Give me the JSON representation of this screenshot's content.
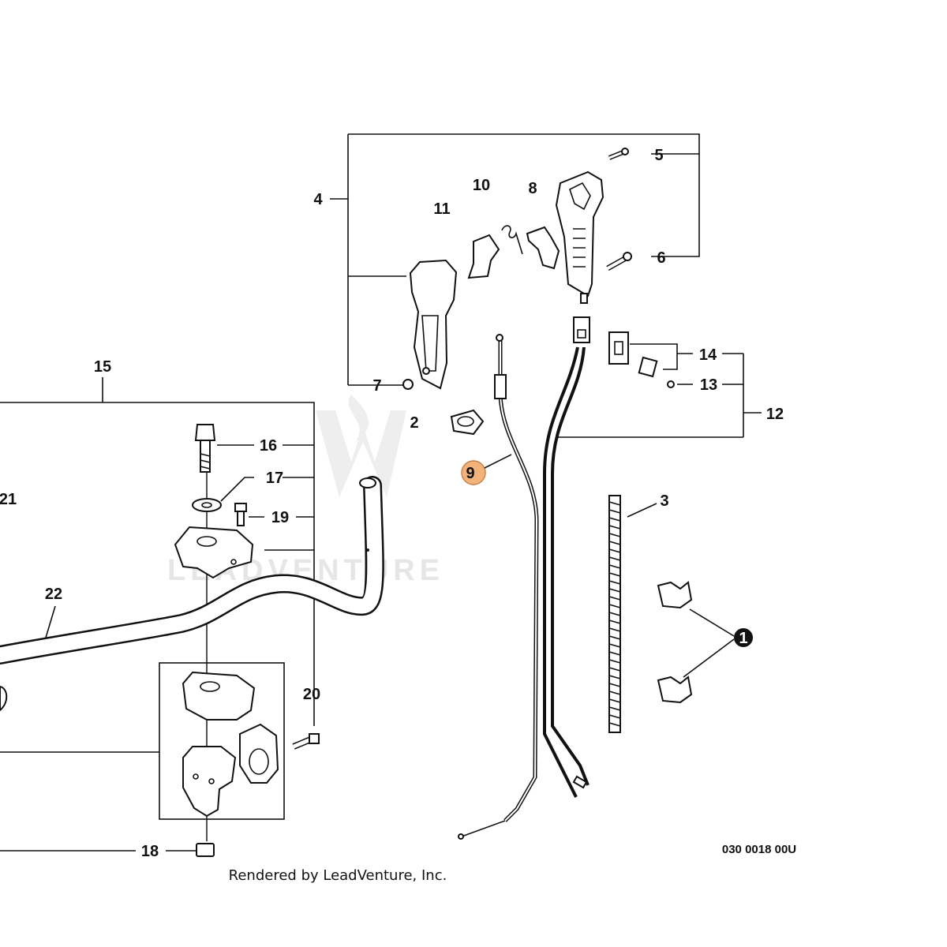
{
  "diagram": {
    "watermark": "LEADVENTURE",
    "drawing_code": "030 0018 00U",
    "footer": "Rendered by LeadVenture, Inc.",
    "highlight_color": "#f2b27a",
    "callouts": {
      "c1": "1",
      "c2": "2",
      "c3": "3",
      "c4": "4",
      "c5": "5",
      "c6": "6",
      "c7": "7",
      "c8": "8",
      "c9": "9",
      "c10": "10",
      "c11": "11",
      "c12": "12",
      "c13": "13",
      "c14": "14",
      "c15": "15",
      "c16": "16",
      "c17": "17",
      "c18": "18",
      "c19": "19",
      "c20": "20",
      "c21": "21",
      "c22": "22"
    }
  }
}
